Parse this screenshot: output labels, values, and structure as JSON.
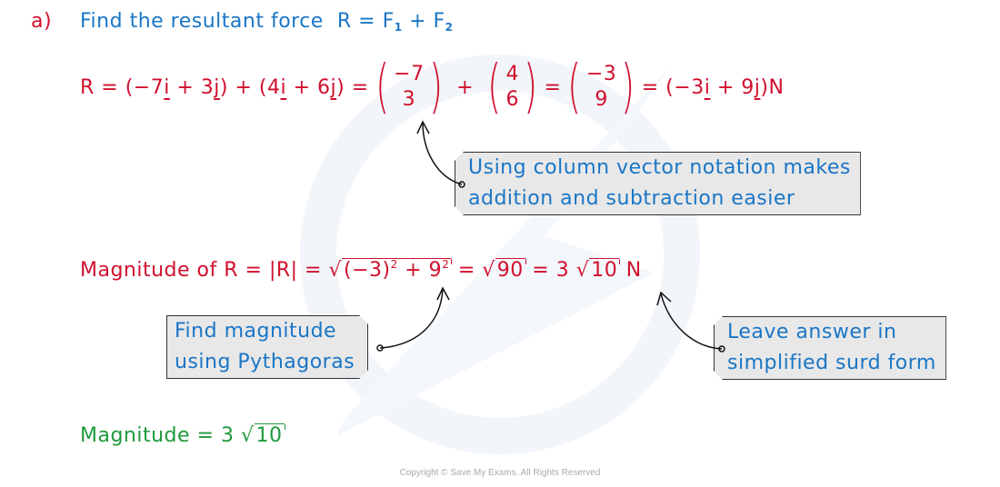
{
  "part_label": "a)",
  "question": {
    "text": "Find the resultant force",
    "formula_lhs": "R = F",
    "sub1": "1",
    "plus": " + F",
    "sub2": "2"
  },
  "line1": {
    "prefix": "R = (−7",
    "i1": "i",
    "mid1": " + 3",
    "j1": "j",
    "mid2": ")  +  (4",
    "i2": "i",
    "mid3": " + 6",
    "j2": "j",
    "mid4": ") =",
    "vector1": [
      "−7",
      "3"
    ],
    "plus": "+",
    "vector2": [
      "4",
      "6"
    ],
    "equals": "=",
    "vector3": [
      "−3",
      "9"
    ],
    "result_prefix": "= (−3",
    "i3": "i",
    "result_mid": " + 9",
    "j3": "j",
    "result_suffix": ")N"
  },
  "callout1": {
    "line1": "Using column vector notation  makes",
    "line2": "addition and subtraction  easier"
  },
  "line2": {
    "prefix": "Magnitude of R  = |R| = ",
    "sqrt1_a": "(−3)",
    "sq": "2",
    "sqrt1_b": " + 9",
    "sq2": "2",
    "eq1": " = ",
    "sqrt2": "90",
    "eq2": "  =  3",
    "sqrt3": "10",
    "unit": " N"
  },
  "callout2": {
    "line1": "Find magnitude",
    "line2": "using Pythagoras"
  },
  "callout3": {
    "line1": "Leave answer in",
    "line2": "simplified surd form"
  },
  "answer": {
    "prefix": "Magnitude  =  3",
    "sqrt": "10"
  },
  "footer": "Copyright © Save My Exams. All Rights Reserved",
  "colors": {
    "working": "#d0102e",
    "question": "#1a76c6",
    "answer": "#1f9a3c",
    "callout_bg": "#e8e8e8"
  }
}
